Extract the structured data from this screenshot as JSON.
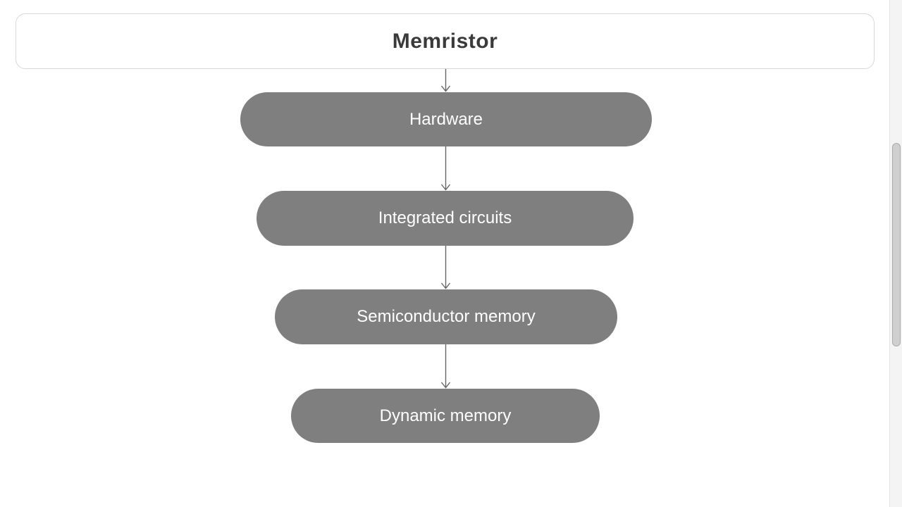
{
  "diagram": {
    "title": "Memristor",
    "nodes": [
      {
        "label": "Hardware"
      },
      {
        "label": "Integrated circuits"
      },
      {
        "label": "Semiconductor memory"
      },
      {
        "label": "Dynamic memory"
      }
    ],
    "colors": {
      "node_fill": "#7f7f7f",
      "node_text": "#ffffff",
      "title_text": "#3a3a3a",
      "title_box_border": "#d8d8d8",
      "arrow": "#666666"
    }
  },
  "scrollbar": {
    "track_color": "#f4f4f4",
    "thumb_color": "#cfcfcf"
  }
}
